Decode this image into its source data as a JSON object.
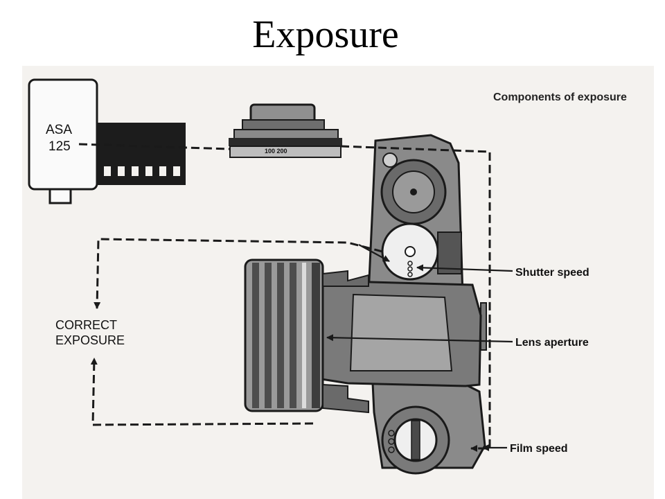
{
  "slide": {
    "title": "Exposure"
  },
  "diagram": {
    "heading": "Components of exposure",
    "film_canister": {
      "label_line1": "ASA",
      "label_line2": "125"
    },
    "dial_markings": "100  200",
    "result_line1": "CORRECT",
    "result_line2": "EXPOSURE",
    "callouts": {
      "shutter": "Shutter speed",
      "aperture": "Lens aperture",
      "film": "Film speed"
    }
  },
  "colors": {
    "background": "#ffffff",
    "paper": "#f4f2ef",
    "ink": "#1a1a1a",
    "body_tone": "#8a8a8a"
  }
}
